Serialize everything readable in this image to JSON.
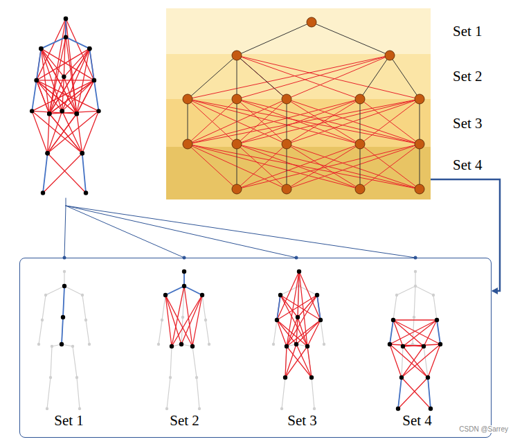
{
  "diagram": {
    "nodes": [
      {
        "text": [
          "Set 1"
        ]
      },
      {
        "text": [
          "Set 2"
        ]
      },
      {
        "text": [
          "Set 3"
        ]
      },
      {
        "text": [
          "Set 4"
        ]
      },
      {
        "text": [
          "Set 1",
          "Set 2",
          "Set 3",
          "Set 4"
        ]
      }
    ],
    "edges": [
      {
        "from": 3,
        "to": 4,
        "arrow": "to"
      }
    ],
    "labels": [
      "CSDN @Sarrey"
    ]
  }
}
